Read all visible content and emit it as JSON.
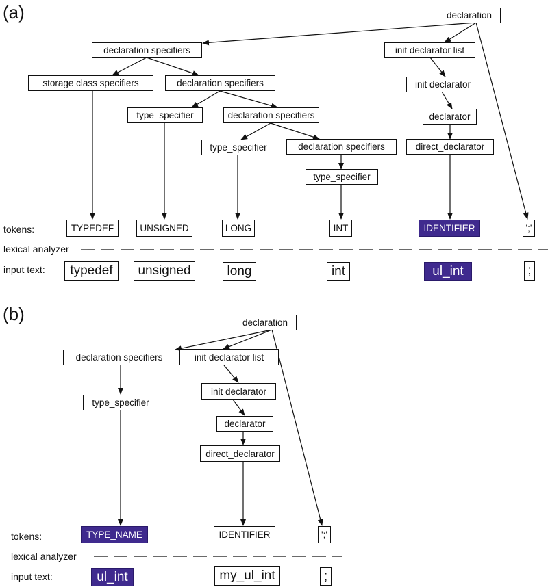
{
  "panels": {
    "a": {
      "label": "(a)",
      "nodes": {
        "root": "declaration",
        "decl_spec1": "declaration specifiers",
        "init_list": "init declarator list",
        "storage": "storage class specifiers",
        "decl_spec2": "declaration specifiers",
        "init_decl": "init declarator",
        "type_spec1": "type_specifier",
        "decl_spec3": "declaration specifiers",
        "declarator": "declarator",
        "type_spec2": "type_specifier",
        "decl_spec4": "declaration specifiers",
        "direct_decl": "direct_declarator",
        "type_spec3": "type_specifier"
      },
      "tokens_label": "tokens:",
      "tokens": [
        "TYPEDEF",
        "UNSIGNED",
        "LONG",
        "INT",
        "IDENTIFIER",
        "';'"
      ],
      "lexer_label": "lexical analyzer",
      "input_label": "input text:",
      "inputs": [
        "typedef",
        "unsigned",
        "long",
        "int",
        "ul_int",
        ";"
      ]
    },
    "b": {
      "label": "(b)",
      "nodes": {
        "root": "declaration",
        "decl_spec": "declaration specifiers",
        "init_list": "init declarator list",
        "init_decl": "init declarator",
        "type_spec": "type_specifier",
        "declarator": "declarator",
        "direct_decl": "direct_declarator"
      },
      "tokens_label": "tokens:",
      "tokens": [
        "TYPE_NAME",
        "IDENTIFIER",
        "';'"
      ],
      "lexer_label": "lexical analyzer",
      "input_label": "input text:",
      "inputs": [
        "ul_int",
        "my_ul_int",
        ";"
      ]
    }
  },
  "colors": {
    "highlight": "#3f2a8e",
    "line": "#111111"
  }
}
